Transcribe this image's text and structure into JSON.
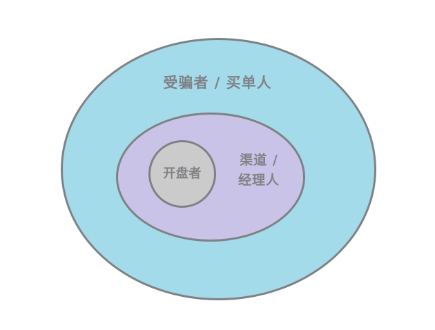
{
  "diagram": {
    "type": "nested-ellipse-venn",
    "background_color": "#ffffff",
    "stroke_color": "#7f8285",
    "text_color": "#808285",
    "layers": [
      {
        "name": "outer",
        "label": "受骗者 / 买单人",
        "fill_color": "#a3dbeb",
        "shape": "ellipse"
      },
      {
        "name": "middle",
        "label": "渠道 /\n经理人",
        "fill_color": "#c9c3e7",
        "shape": "ellipse"
      },
      {
        "name": "inner",
        "label": "开盘者",
        "fill_color": "#cbcbcb",
        "shape": "circle"
      }
    ]
  }
}
